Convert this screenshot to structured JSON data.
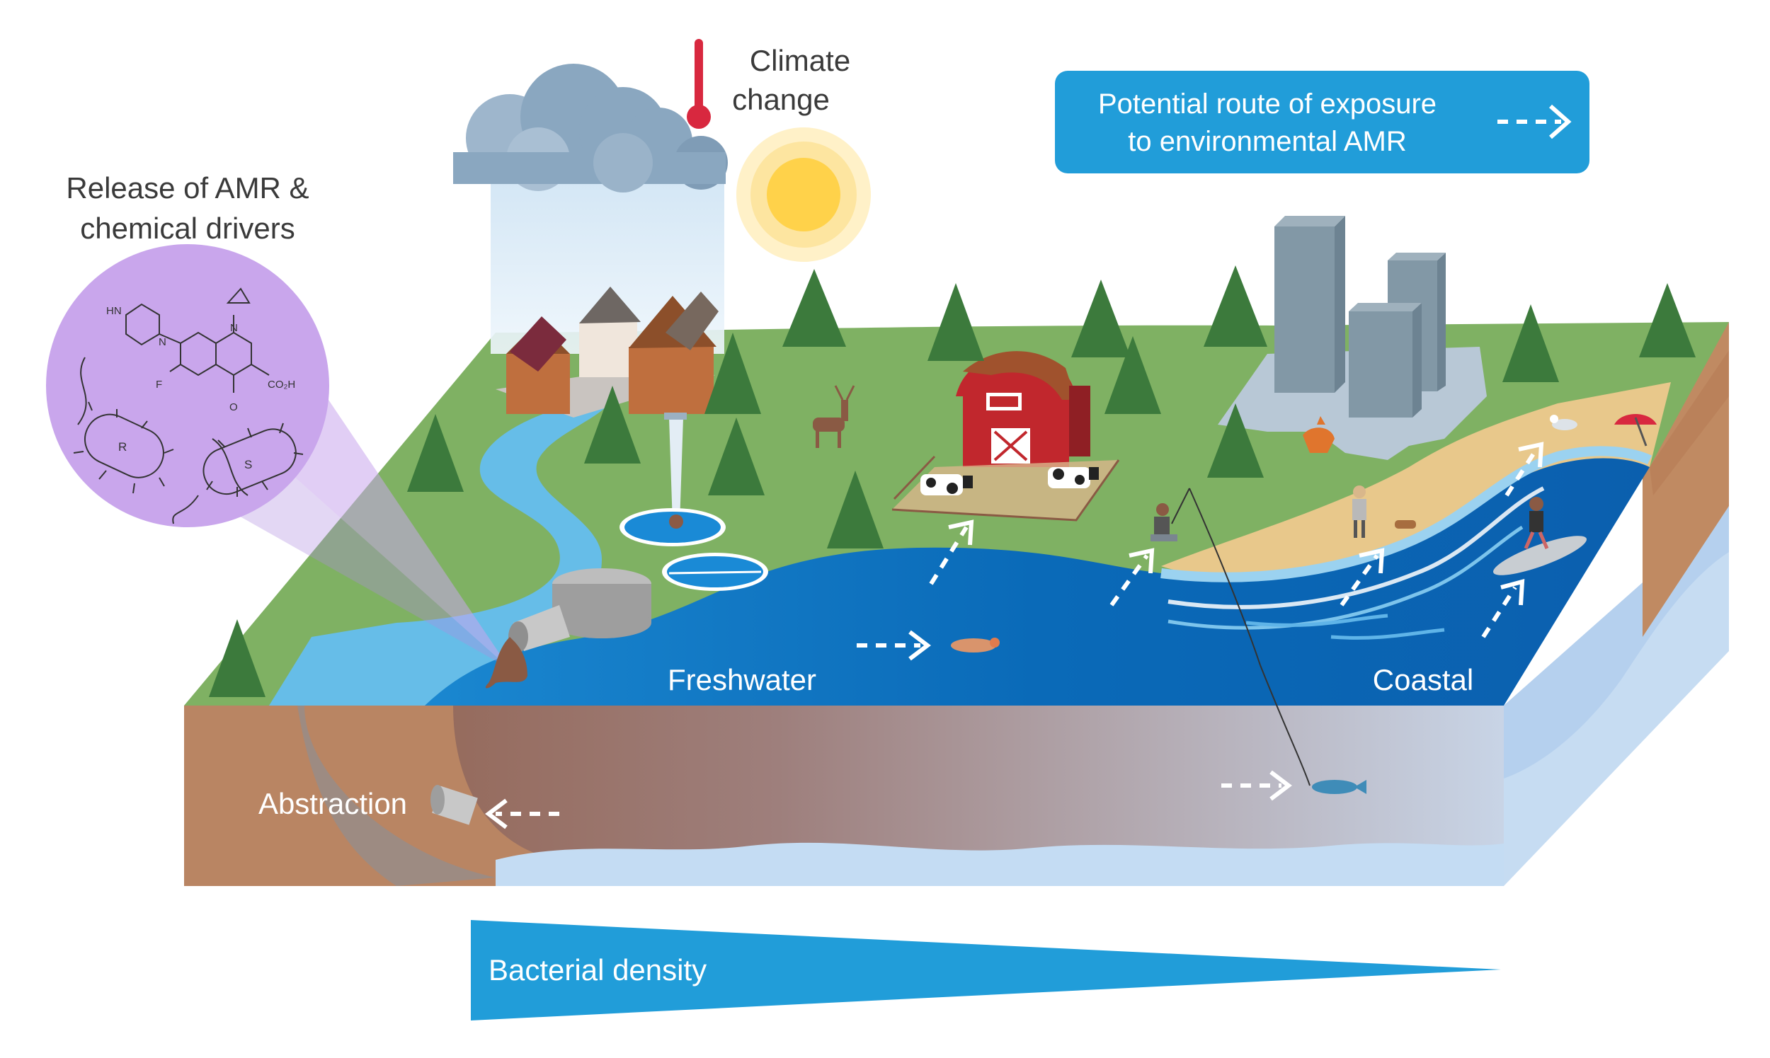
{
  "climate": {
    "line1": "Climate",
    "line2": "change"
  },
  "release": {
    "line1": "Release of AMR &",
    "line2": "chemical drivers"
  },
  "legend": {
    "line1": "Potential route of exposure",
    "line2": "to environmental AMR"
  },
  "zones": {
    "freshwater": "Freshwater",
    "coastal": "Coastal",
    "abstraction": "Abstraction"
  },
  "density": {
    "label": "Bacterial density",
    "trend": "decreasing from freshwater to coastal"
  },
  "molecule": {
    "hn": "HN",
    "n1": "N",
    "n2": "N",
    "f": "F",
    "o": "O",
    "co2h": "CO₂H"
  },
  "bacteria": {
    "resistant": "R",
    "susceptible": "S"
  },
  "colors": {
    "legend_bg": "#219dd9",
    "land_green": "#7fb163",
    "soil": "#b5825c",
    "water_deep": "#0b66b6",
    "water_light": "#66bde8",
    "bacteria_circle": "#c9a6ec",
    "thermometer": "#d8283f",
    "sun": "#ffd24a",
    "barn": "#c1272d",
    "density_bar": "#219dd9"
  }
}
